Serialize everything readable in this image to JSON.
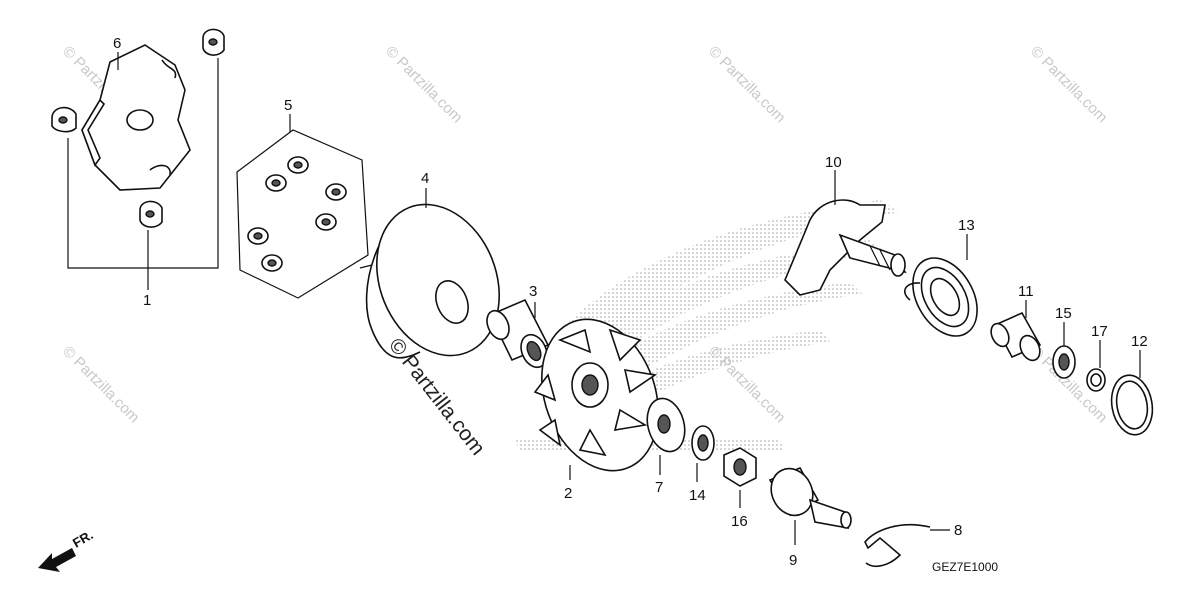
{
  "watermark": {
    "main_text": "© Partzilla.com",
    "tile_text": "© Partzilla.com"
  },
  "diagram_code": "GEZ7E1000",
  "direction_label": "FR.",
  "callouts": [
    "1",
    "2",
    "3",
    "4",
    "5",
    "6",
    "7",
    "8",
    "9",
    "10",
    "11",
    "12",
    "13",
    "14",
    "15",
    "16",
    "17"
  ],
  "colors": {
    "line": "#111111",
    "background": "#ffffff",
    "stipple": "#9a9a9a"
  }
}
